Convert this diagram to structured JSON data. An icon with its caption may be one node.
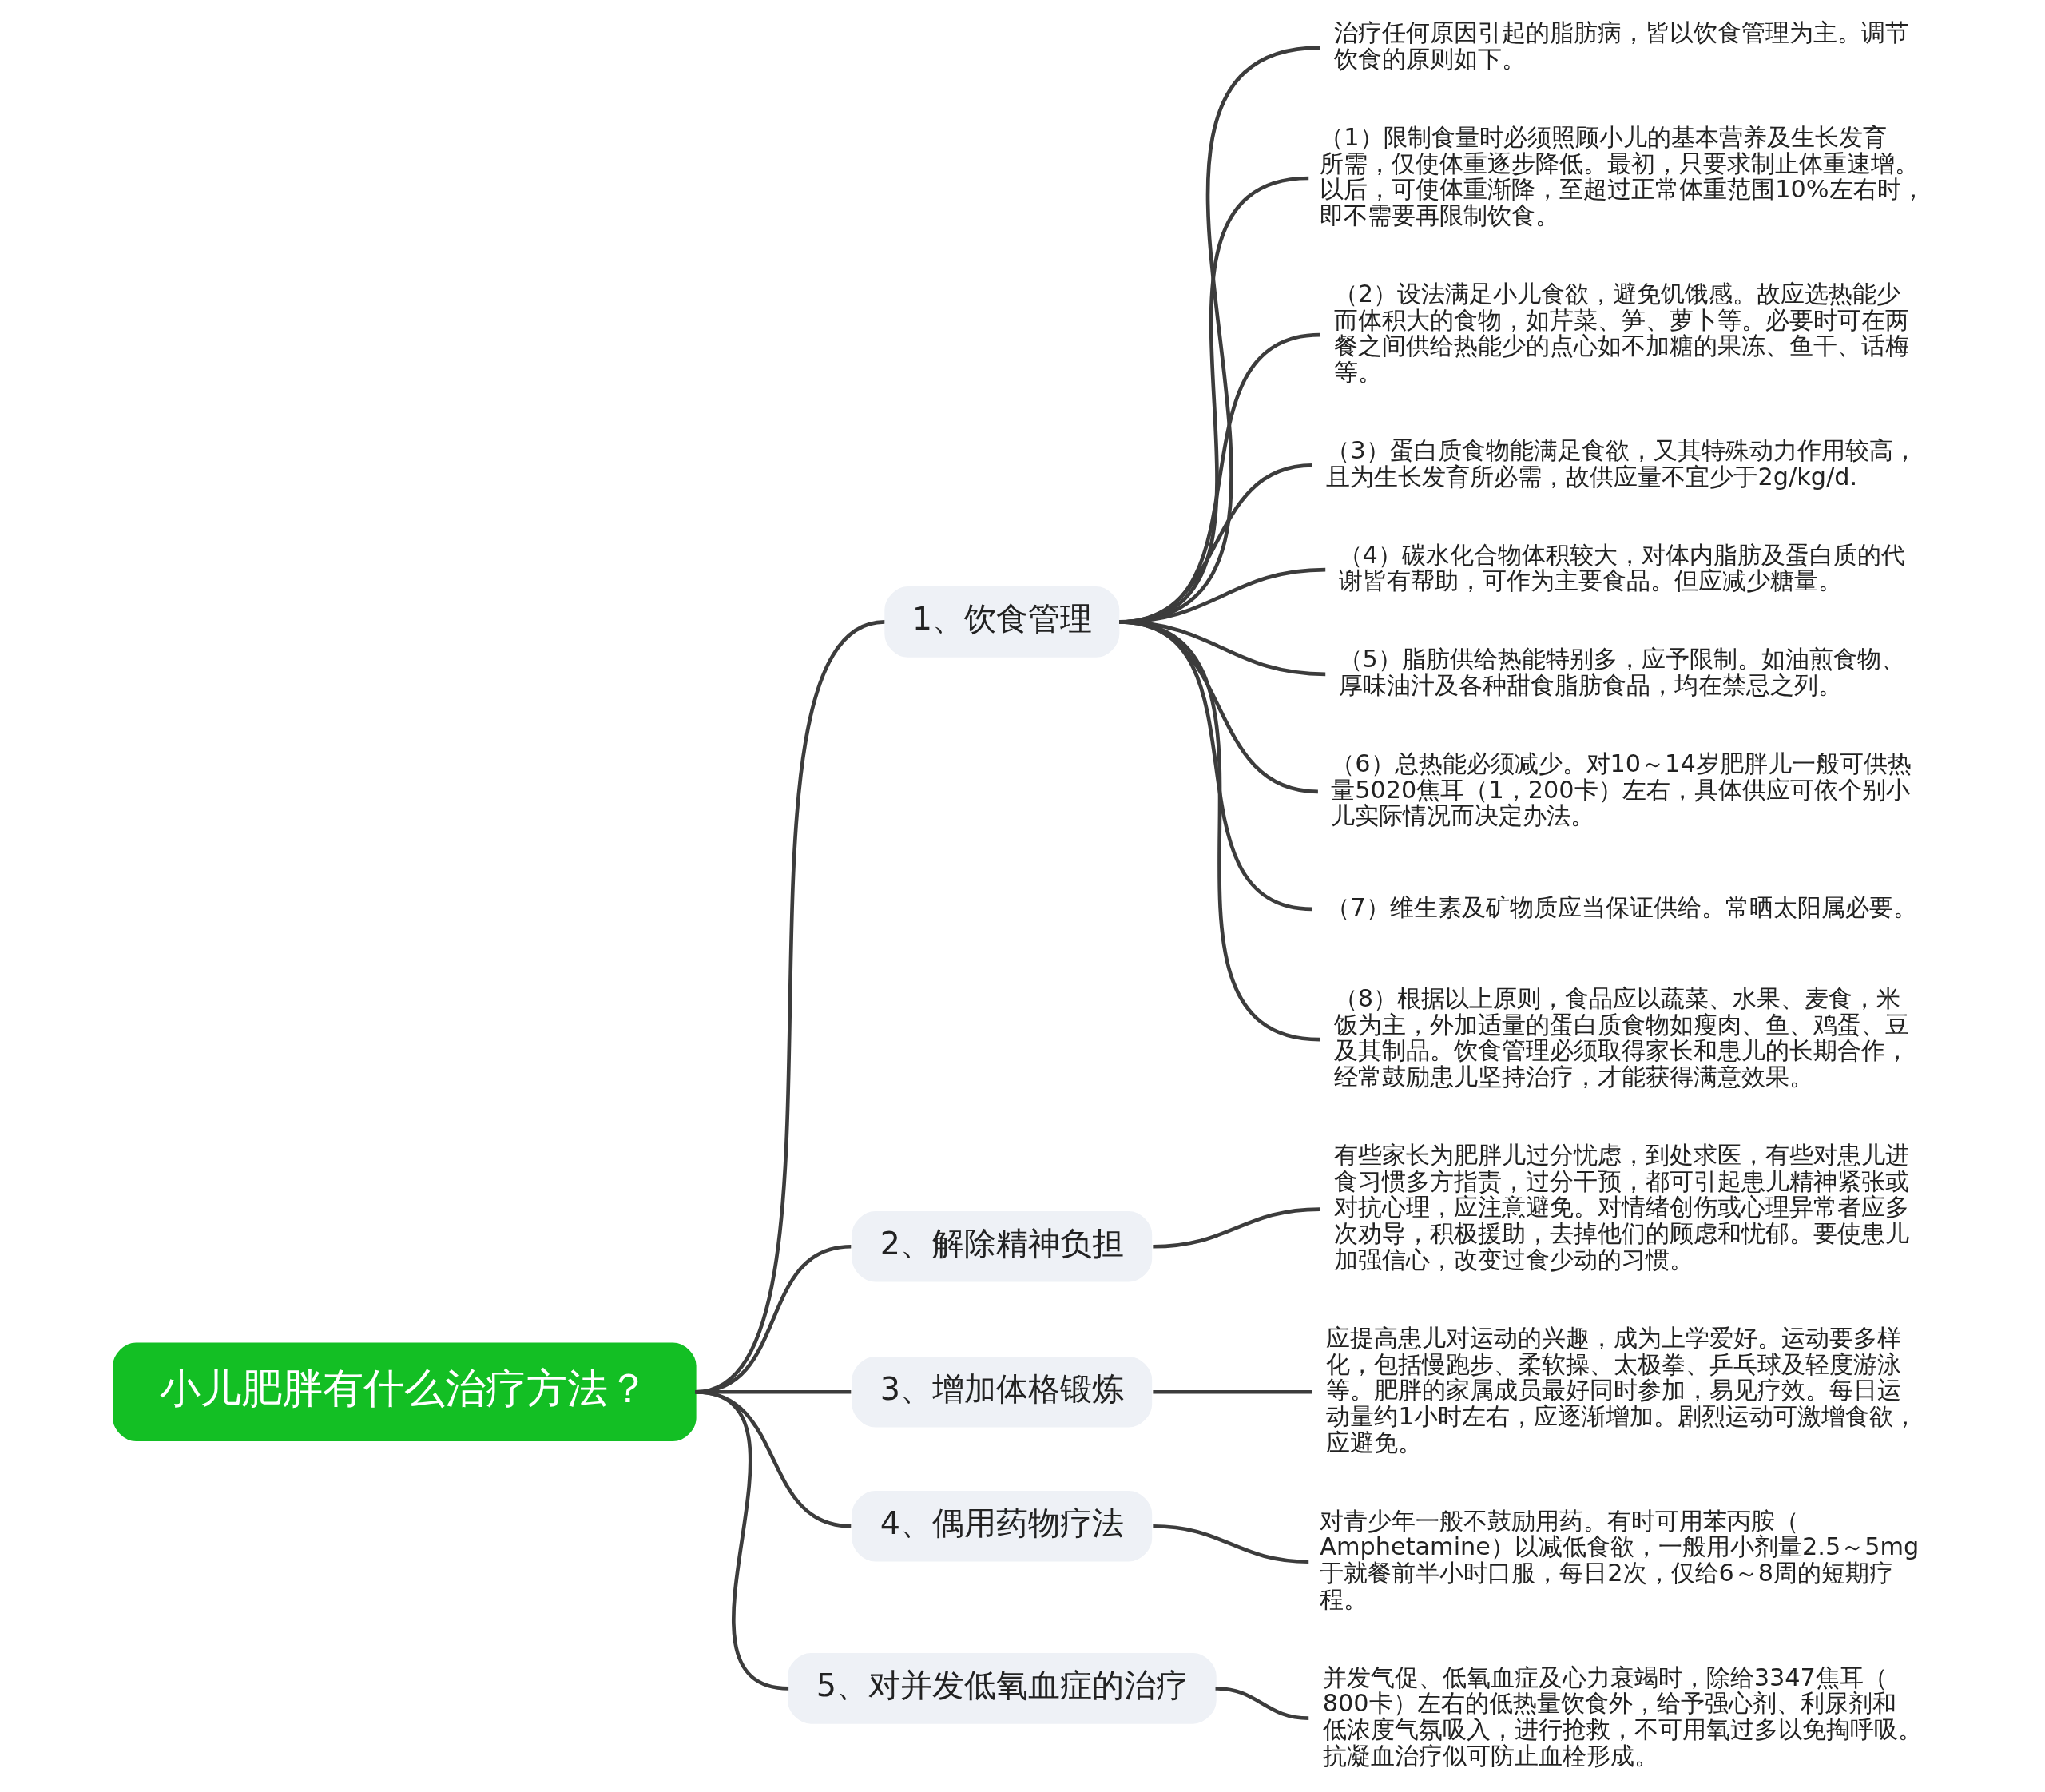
{
  "diagram": {
    "nodes": [
      {
        "text": [
          "小儿肥胖有什么治疗方法？"
        ]
      },
      {
        "text": [
          "1、饮食管理"
        ]
      },
      {
        "text": [
          "治疗任何原因引起的脂肪病，皆以饮食管理为主。调节饮食的原则如下。"
        ]
      },
      {
        "text": [
          "（1）限制食量时必须照顾小儿的基本营养及生长发育所需，仅使体重逐步降低。最初，只要求制止体重速增。以后，可使体重渐降，至超过正常体重范围10%左右时，即不需要再限制饮食。"
        ]
      },
      {
        "text": [
          "（2）设法满足小儿食欲，避免饥饿感。故应选热能少而体积大的食物，如芹菜、笋、萝卜等。必要时可在两餐之间供给热能少的点心如不加糖的果冻、鱼干、话梅等。"
        ]
      },
      {
        "text": [
          "（3）蛋白质食物能满足食欲，又其特殊动力作用较高，且为生长发育所必需，故供应量不宜少于2g/kg/d."
        ]
      },
      {
        "text": [
          "（4）碳水化合物体积较大，对体内脂肪及蛋白质的代谢皆有帮助，可作为主要食品。但应减少糖量。"
        ]
      },
      {
        "text": [
          "（5）脂肪供给热能特别多，应予限制。如油煎食物、厚味油汁及各种甜食脂肪食品，均在禁忌之列。"
        ]
      },
      {
        "text": [
          "（6）总热能必须减少。对10～14岁肥胖儿一般可供热量5020焦耳（1，200卡）左右，具体供应可依个别小儿实际情况而决定办法。"
        ]
      },
      {
        "text": [
          "（7）维生素及矿物质应当保证供给。常晒太阳属必要。"
        ]
      },
      {
        "text": [
          "（8）根据以上原则，食品应以蔬菜、水果、麦食，米饭为主，外加适量的蛋白质食物如瘦肉、鱼、鸡蛋、豆及其制品。饮食管理必须取得家长和患儿的长期合作，经常鼓励患儿坚持治疗，才能获得满意效果。"
        ]
      },
      {
        "text": [
          "2、解除精神负担"
        ]
      },
      {
        "text": [
          "有些家长为肥胖儿过分忧虑，到处求医，有些对患儿进食习惯多方指责，过分干预，都可引起患儿精神紧张或对抗心理，应注意避免。对情绪创伤或心理异常者应多次劝导，积极援助，去掉他们的顾虑和忧郁。要使患儿加强信心，改变过食少动的习惯。"
        ]
      },
      {
        "text": [
          "3、增加体格锻炼"
        ]
      },
      {
        "text": [
          "应提高患儿对运动的兴趣，成为上学爱好。运动要多样化，包括慢跑步、柔软操、太极拳、乒乓球及轻度游泳等。肥胖的家属成员最好同时参加，易见疗效。每日运动量约1小时左右，应逐渐增加。剧烈运动可激增食欲，应避免。"
        ]
      },
      {
        "text": [
          "4、偶用药物疗法"
        ]
      },
      {
        "text": [
          "对青少年一般不鼓励用药。有时可用苯丙胺（Amphetamine）以减低食欲，一般用小剂量2.5～5mg于就餐前半小时口服，每日2次，仅给6～8周的短期疗程。"
        ]
      },
      {
        "text": [
          "5、对并发低氧血症的治疗"
        ]
      },
      {
        "text": [
          "并发气促、低氧血症及心力衰竭时，除给3347焦耳（800卡）左右的低热量饮食外，给予强心剂、利尿剂和低浓度气氛吸入，进行抢救，不可用氧过多以免掏呼吸。抗凝血治疗似可防止血栓形成。"
        ]
      }
    ],
    "edges": [
      {
        "from": 0,
        "to": 1,
        "arrow": "none"
      },
      {
        "from": 1,
        "to": 2,
        "arrow": "none"
      },
      {
        "from": 1,
        "to": 3,
        "arrow": "none"
      },
      {
        "from": 1,
        "to": 4,
        "arrow": "none"
      },
      {
        "from": 1,
        "to": 5,
        "arrow": "none"
      },
      {
        "from": 1,
        "to": 6,
        "arrow": "none"
      },
      {
        "from": 1,
        "to": 7,
        "arrow": "none"
      },
      {
        "from": 1,
        "to": 8,
        "arrow": "none"
      },
      {
        "from": 1,
        "to": 9,
        "arrow": "none"
      },
      {
        "from": 1,
        "to": 10,
        "arrow": "none"
      },
      {
        "from": 0,
        "to": 11,
        "arrow": "none"
      },
      {
        "from": 11,
        "to": 12,
        "arrow": "none"
      },
      {
        "from": 0,
        "to": 13,
        "arrow": "none"
      },
      {
        "from": 13,
        "to": 14,
        "arrow": "none"
      },
      {
        "from": 0,
        "to": 15,
        "arrow": "none"
      },
      {
        "from": 15,
        "to": 16,
        "arrow": "none"
      },
      {
        "from": 0,
        "to": 17,
        "arrow": "none"
      },
      {
        "from": 17,
        "to": 18,
        "arrow": "none"
      }
    ]
  }
}
